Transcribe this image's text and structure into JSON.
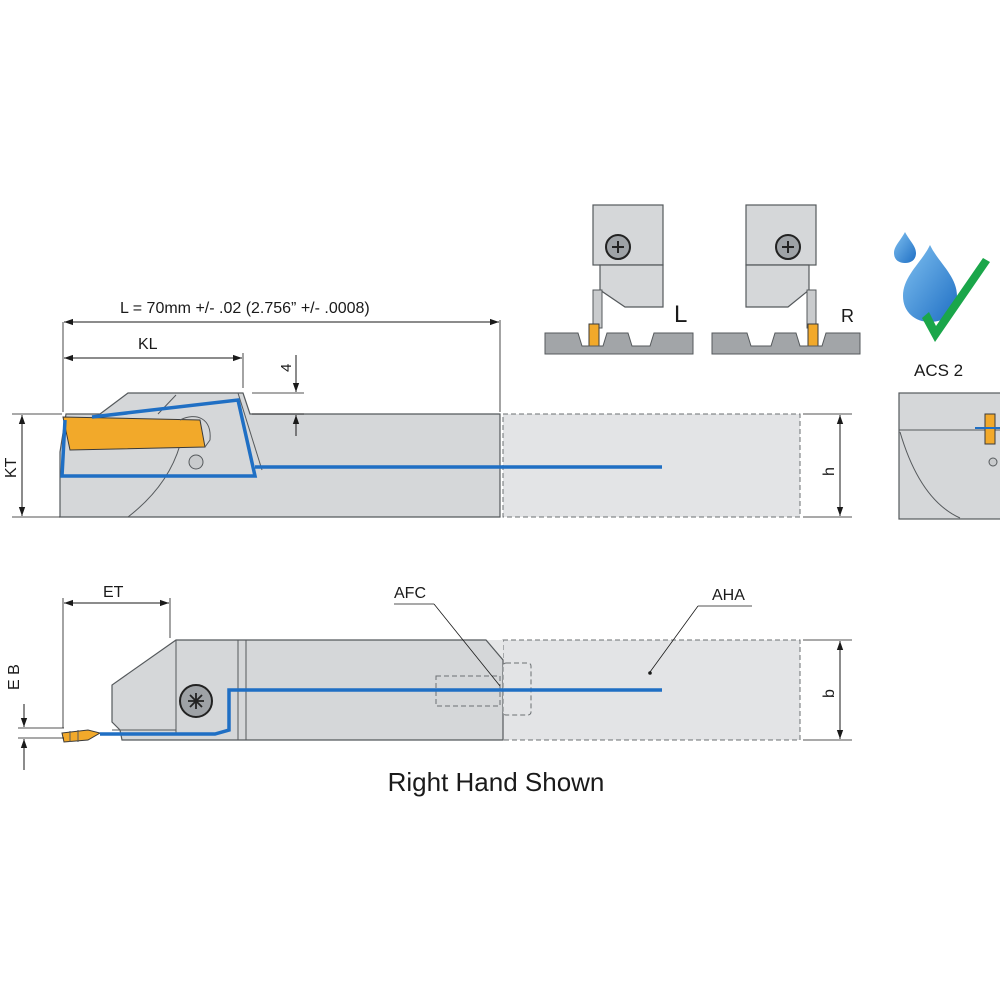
{
  "labels": {
    "length": "L  = 70mm +/- .02   (2.756” +/- .0008)",
    "kl": "KL",
    "four": "4",
    "kt": "KT",
    "h": "h",
    "et": "ET",
    "eb": "E B",
    "afc": "AFC",
    "aha": "AHA",
    "b": "b",
    "left": "L",
    "right": "R",
    "acs": "ACS 2",
    "caption": "Right Hand Shown"
  },
  "icons": {
    "coolant": "water-drops-check-icon",
    "screw": "torx-screw-icon"
  },
  "colors": {
    "body": "#d5d7d9",
    "ghost": "#e3e4e6",
    "coolant": "#1f6fc4",
    "insert": "#f2a92a",
    "drop": "#3a8fd9",
    "check": "#1aa64a"
  }
}
